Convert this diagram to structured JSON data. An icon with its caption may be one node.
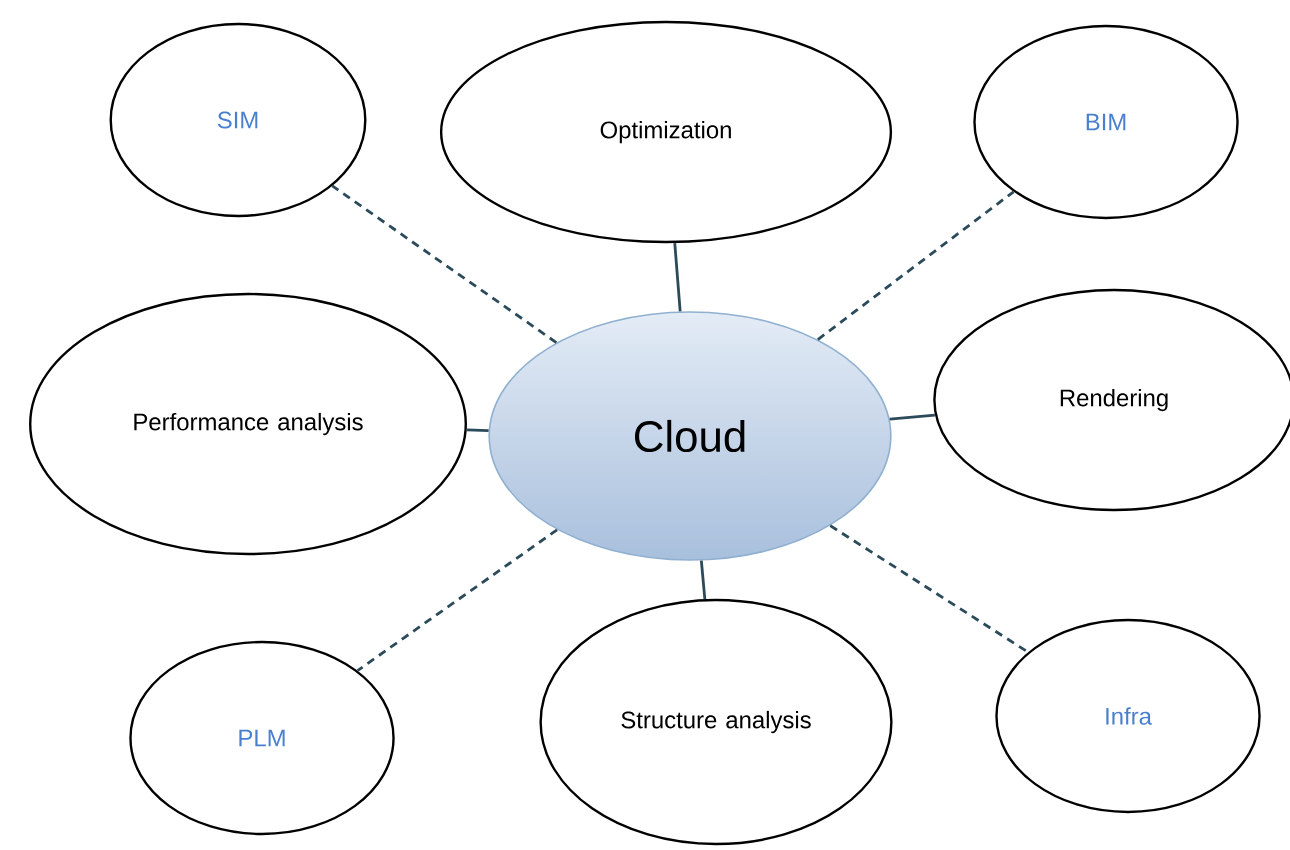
{
  "diagram": {
    "nodes": [
      {
        "text": [
          "Cloud"
        ]
      },
      {
        "text": [
          "SIM"
        ]
      },
      {
        "text": [
          "Optimization"
        ]
      },
      {
        "text": [
          "BIM"
        ]
      },
      {
        "text": [
          "Performance analysis"
        ]
      },
      {
        "text": [
          "Rendering"
        ]
      },
      {
        "text": [
          "PLM"
        ]
      },
      {
        "text": [
          "Structure analysis"
        ]
      },
      {
        "text": [
          "Infra"
        ]
      }
    ],
    "edges": [
      {
        "from": 0,
        "to": 1,
        "arrow": "none",
        "style": "dashed"
      },
      {
        "from": 0,
        "to": 2,
        "arrow": "none"
      },
      {
        "from": 0,
        "to": 3,
        "arrow": "none",
        "style": "dashed"
      },
      {
        "from": 0,
        "to": 4,
        "arrow": "none"
      },
      {
        "from": 0,
        "to": 5,
        "arrow": "none"
      },
      {
        "from": 0,
        "to": 6,
        "arrow": "none",
        "style": "dashed"
      },
      {
        "from": 0,
        "to": 7,
        "arrow": "none"
      },
      {
        "from": 0,
        "to": 8,
        "arrow": "none",
        "style": "dashed"
      }
    ]
  }
}
